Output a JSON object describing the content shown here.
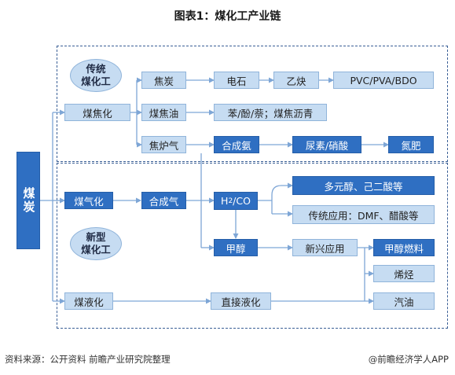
{
  "title": "图表1：煤化工产业链",
  "coal": "煤炭",
  "sections": {
    "traditional": [
      "传统",
      "煤化工"
    ],
    "new": [
      "新型",
      "煤化工"
    ]
  },
  "nodes": {
    "coking": "煤焦化",
    "coke": "焦炭",
    "calcium_carbide": "电石",
    "acetylene": "乙炔",
    "pvc": "PVC/PVA/BDO",
    "coal_tar": "煤焦油",
    "tar_products": "苯/酚/萘；煤焦沥青",
    "coke_oven_gas": "焦炉气",
    "synthetic_ammonia": "合成氨",
    "urea": "尿素/硝酸",
    "nitrogen_fertilizer": "氮肥",
    "gasification": "煤气化",
    "syngas": "合成气",
    "h2co_prefix": "H",
    "h2co_sub": "2",
    "h2co_suffix": "/CO",
    "polyols": "多元醇、己二酸等",
    "traditional_apps": "传统应用：DMF、醋酸等",
    "methanol": "甲醇",
    "emerging_apps": "新兴应用",
    "methanol_fuel": "甲醇燃料",
    "olefins": "烯烃",
    "liquefaction": "煤液化",
    "direct_liquefaction": "直接液化",
    "gasoline": "汽油"
  },
  "footer": {
    "source": "资料来源：公开资料 前瞻产业研究院整理",
    "brand": "@前瞻经济学人APP"
  },
  "colors": {
    "light_box": "#c6dcf2",
    "dark_box": "#2f6fc2",
    "line": "#7ea6d6",
    "section_border": "#3a5f96"
  }
}
